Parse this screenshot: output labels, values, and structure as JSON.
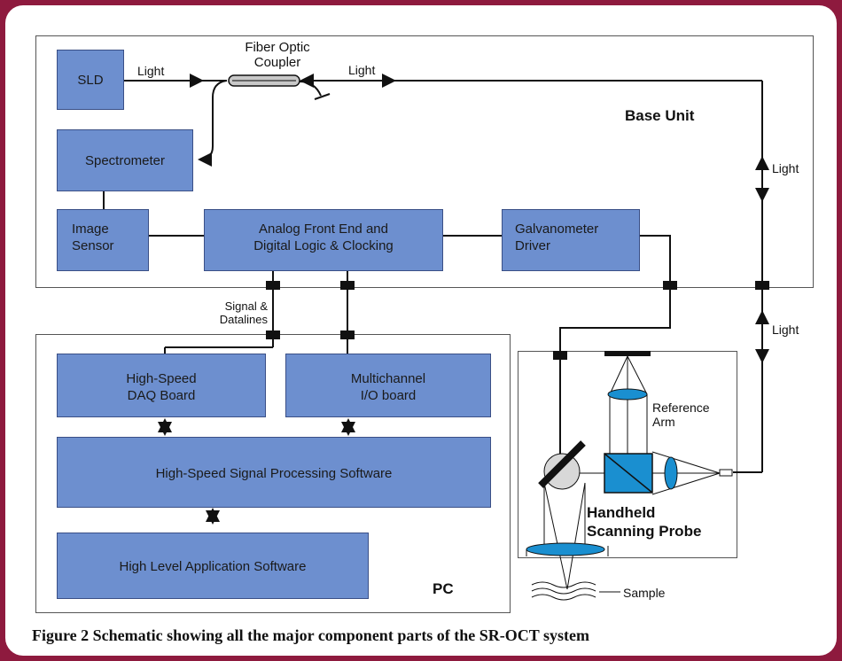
{
  "base_unit": {
    "label": "Base Unit",
    "sld": "SLD",
    "spectrometer": "Spectrometer",
    "image_sensor": [
      "Image",
      "Sensor"
    ],
    "afe": [
      "Analog Front End and",
      "Digital Logic & Clocking"
    ],
    "galvo": [
      "Galvanometer",
      "Driver"
    ],
    "coupler": [
      "Fiber Optic",
      "Coupler"
    ],
    "light_left": "Light",
    "light_mid": "Light",
    "light_right_upper": "Light",
    "light_right_lower": "Light"
  },
  "interconnect": {
    "signal": [
      "Signal &",
      "Datalines"
    ]
  },
  "pc": {
    "label": "PC",
    "daq": [
      "High-Speed",
      "DAQ Board"
    ],
    "io": [
      "Multichannel",
      "I/O board"
    ],
    "signal_processing": "High-Speed Signal Processing Software",
    "application": "High Level Application Software"
  },
  "probe": {
    "label": [
      "Handheld",
      "Scanning Probe"
    ],
    "reference": [
      "Reference",
      "Arm"
    ],
    "sample": "Sample"
  },
  "caption": "Figure 2  Schematic showing all the major component parts of the SR-OCT system",
  "colors": {
    "frame": "#8e1a3e",
    "block": "#6d8fcf",
    "optic": "#1a8fd0",
    "lens": "#1a8fd0"
  }
}
